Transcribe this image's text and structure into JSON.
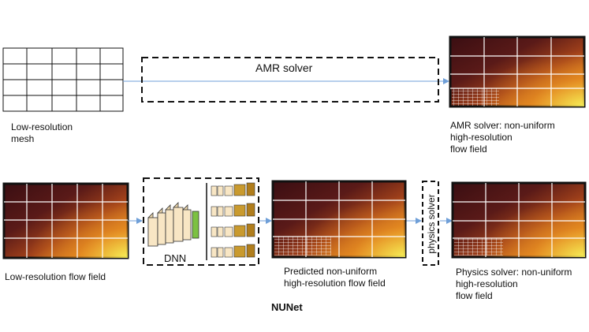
{
  "top_row": {
    "mesh_label": "Low-resolution\nmesh",
    "solver_label": "AMR solver",
    "output_label": "AMR solver: non-uniform\nhigh-resolution\nflow field"
  },
  "bottom_row": {
    "input_label": "Low-resolution flow field",
    "dnn_label": "DNN",
    "predicted_label": "Predicted non-uniform\nhigh-resolution flow field",
    "physics_solver_label": "physics solver",
    "physics_output_label": "Physics solver: non-uniform\nhigh-resolution\nflow field"
  },
  "caption": "NUNet",
  "colors": {
    "arrow": "#6f9fd8",
    "field_dark": "#3a0e12",
    "field_bright": "#f4e43c",
    "dnn_cream": "#f8e6c4",
    "dnn_green": "#7cc142",
    "dnn_brown": "#b07d1c"
  }
}
